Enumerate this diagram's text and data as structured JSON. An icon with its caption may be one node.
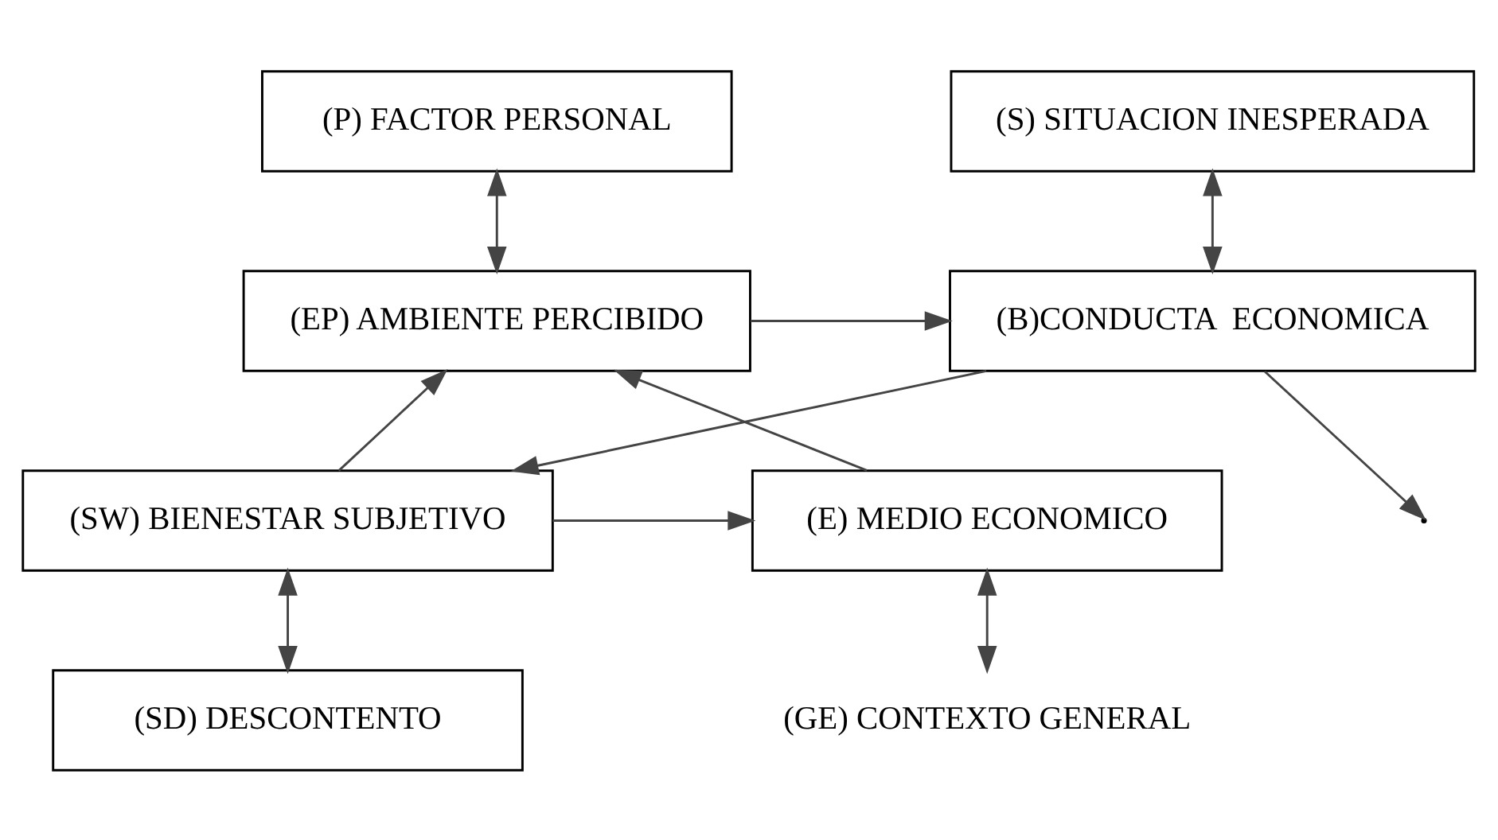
{
  "diagram": {
    "nodes": [
      {
        "text": [
          "(P) FACTOR PERSONAL"
        ]
      },
      {
        "text": [
          "(S) SITUACION INESPERADA"
        ]
      },
      {
        "text": [
          "(EP) AMBIENTE PERCIBIDO"
        ]
      },
      {
        "text": [
          "(B)CONDUCTA  ECONOMICA"
        ]
      },
      {
        "text": [
          "(E) MEDIO ECONOMICO"
        ]
      },
      {
        "text": [
          "(SW) BIENESTAR SUBJETIVO"
        ]
      },
      {
        "text": [
          "(GE) CONTEXTO GENERAL"
        ]
      },
      {
        "text": [
          "(SD) DESCONTENTO"
        ]
      }
    ],
    "edges": [
      {
        "from": 0,
        "to": 2,
        "arrow": "both"
      },
      {
        "from": 1,
        "to": 3,
        "arrow": "both"
      },
      {
        "from": 2,
        "to": 3,
        "arrow": "to"
      },
      {
        "from": 3,
        "to": 5,
        "arrow": "to"
      },
      {
        "from": 5,
        "to": 4,
        "arrow": "to"
      },
      {
        "from": 4,
        "to": 2,
        "arrow": "to"
      },
      {
        "from": 3,
        "to": null,
        "arrow": "to"
      },
      {
        "from": 5,
        "to": 2,
        "arrow": "to"
      },
      {
        "from": 6,
        "to": 4,
        "arrow": "both"
      },
      {
        "from": 5,
        "to": 7,
        "arrow": "both"
      }
    ]
  }
}
